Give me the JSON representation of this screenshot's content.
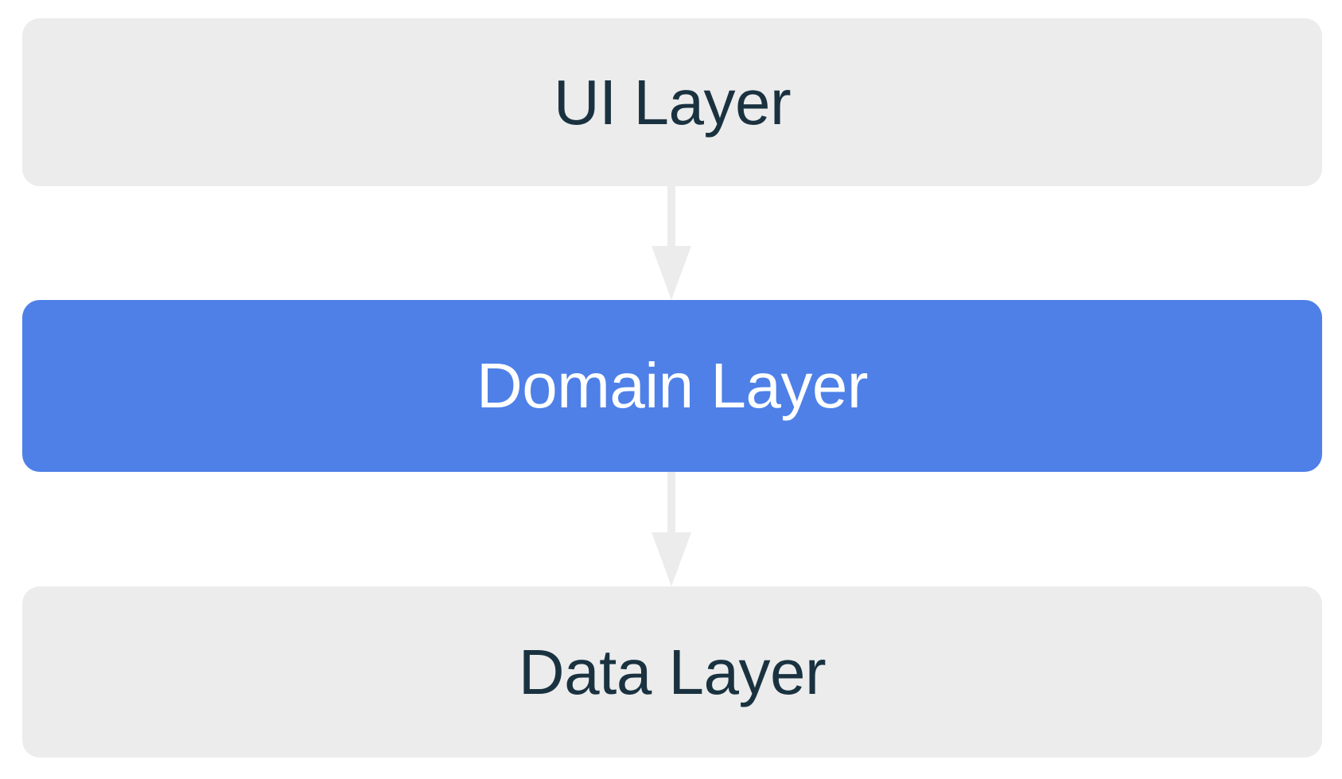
{
  "diagram": {
    "type": "layered-architecture-flow",
    "orientation": "vertical-top-down",
    "background_color": "#FFFFFF",
    "nodes": [
      {
        "id": "ui-layer",
        "label": "UI Layer",
        "fill_color": "#ECECEC",
        "text_color": "#1A3240",
        "highlighted": "false"
      },
      {
        "id": "domain-layer",
        "label": "Domain Layer",
        "fill_color": "#4E80E8",
        "text_color": "#FFFFFF",
        "highlighted": "true"
      },
      {
        "id": "data-layer",
        "label": "Data Layer",
        "fill_color": "#ECECEC",
        "text_color": "#1A3240",
        "highlighted": "false"
      }
    ],
    "edges": [
      {
        "id": "ui-to-domain",
        "from": "ui-layer",
        "to": "domain-layer",
        "style": "solid-arrow",
        "color": "#ECECEC",
        "direction": "down"
      },
      {
        "id": "domain-to-data",
        "from": "domain-layer",
        "to": "data-layer",
        "style": "solid-arrow",
        "color": "#ECECEC",
        "direction": "down"
      }
    ]
  }
}
